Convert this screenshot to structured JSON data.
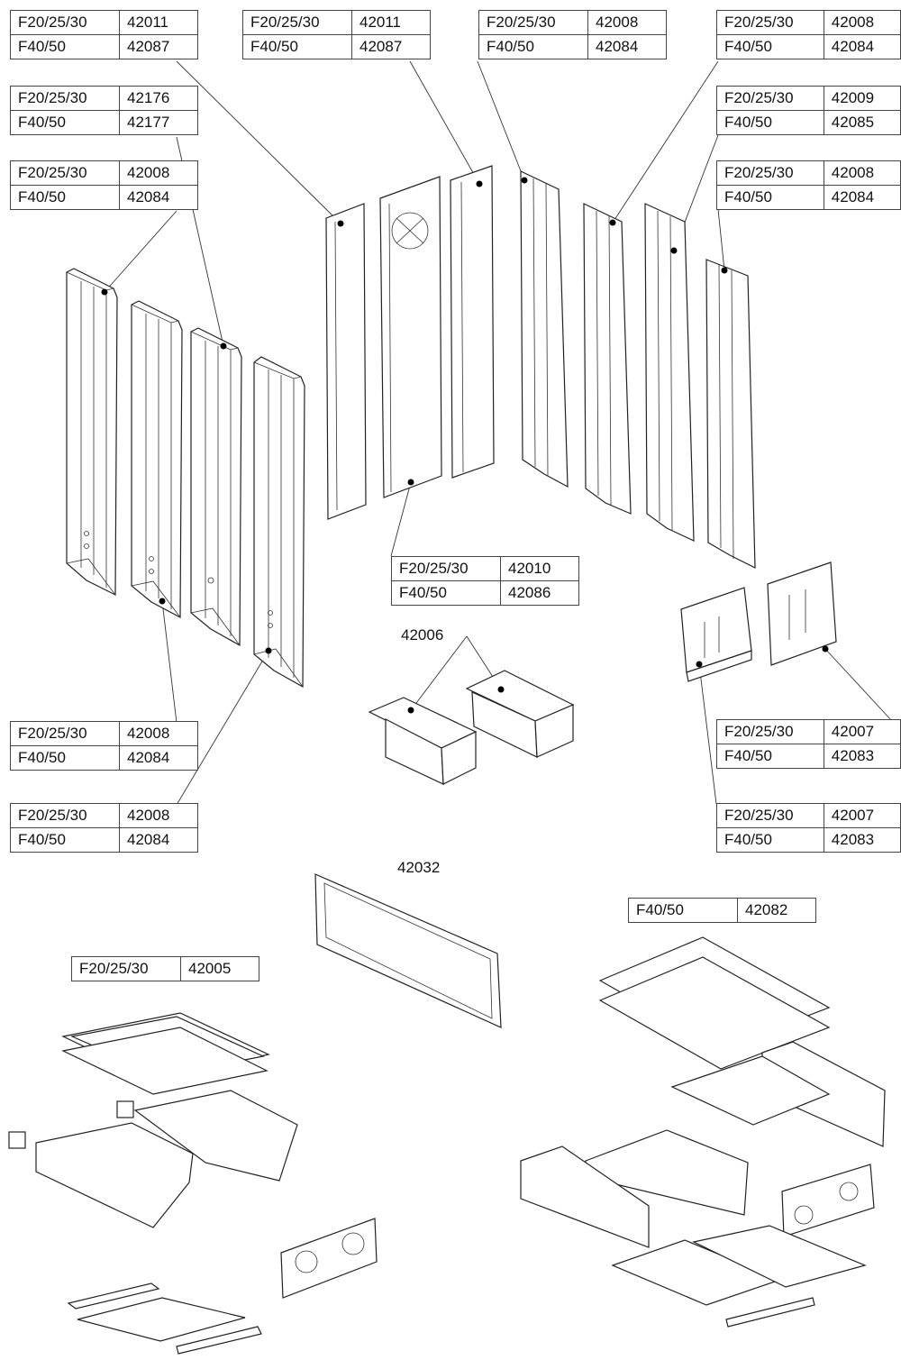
{
  "labels": [
    {
      "rows": [
        {
          "model": "F20/25/30",
          "part": "42011"
        },
        {
          "model": "F40/50",
          "part": "42087"
        }
      ]
    },
    {
      "rows": [
        {
          "model": "F20/25/30",
          "part": "42011"
        },
        {
          "model": "F40/50",
          "part": "42087"
        }
      ]
    },
    {
      "rows": [
        {
          "model": "F20/25/30",
          "part": "42008"
        },
        {
          "model": "F40/50",
          "part": "42084"
        }
      ]
    },
    {
      "rows": [
        {
          "model": "F20/25/30",
          "part": "42008"
        },
        {
          "model": "F40/50",
          "part": "42084"
        }
      ]
    },
    {
      "rows": [
        {
          "model": "F20/25/30",
          "part": "42176"
        },
        {
          "model": "F40/50",
          "part": "42177"
        }
      ]
    },
    {
      "rows": [
        {
          "model": "F20/25/30",
          "part": "42009"
        },
        {
          "model": "F40/50",
          "part": "42085"
        }
      ]
    },
    {
      "rows": [
        {
          "model": "F20/25/30",
          "part": "42008"
        },
        {
          "model": "F40/50",
          "part": "42084"
        }
      ]
    },
    {
      "rows": [
        {
          "model": "F20/25/30",
          "part": "42008"
        },
        {
          "model": "F40/50",
          "part": "42084"
        }
      ]
    },
    {
      "rows": [
        {
          "model": "F20/25/30",
          "part": "42010"
        },
        {
          "model": "F40/50",
          "part": "42086"
        }
      ]
    },
    {
      "rows": [
        {
          "model": "F20/25/30",
          "part": "42008"
        },
        {
          "model": "F40/50",
          "part": "42084"
        }
      ]
    },
    {
      "rows": [
        {
          "model": "F20/25/30",
          "part": "42007"
        },
        {
          "model": "F40/50",
          "part": "42083"
        }
      ]
    },
    {
      "rows": [
        {
          "model": "F20/25/30",
          "part": "42008"
        },
        {
          "model": "F40/50",
          "part": "42084"
        }
      ]
    },
    {
      "rows": [
        {
          "model": "F20/25/30",
          "part": "42007"
        },
        {
          "model": "F40/50",
          "part": "42083"
        }
      ]
    },
    {
      "rows": [
        {
          "model": "F40/50",
          "part": "42082"
        }
      ]
    },
    {
      "rows": [
        {
          "model": "F20/25/30",
          "part": "42005"
        }
      ]
    }
  ],
  "part_numbers": {
    "brick_supports": "42006",
    "door_gasket": "42032"
  }
}
